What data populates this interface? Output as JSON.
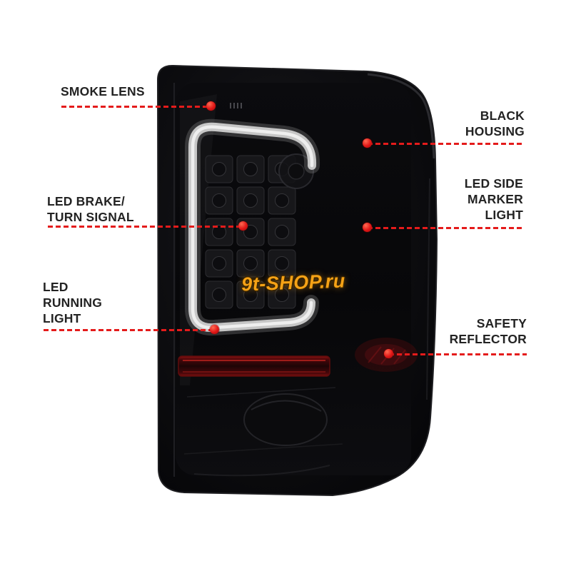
{
  "callouts": {
    "smoke_lens": {
      "label": "SMOKE LENS"
    },
    "black_housing": {
      "label": "BLACK\nHOUSING"
    },
    "led_brake_turn_signal": {
      "label": "LED BRAKE/\nTURN SIGNAL"
    },
    "led_side_marker_light": {
      "label": "LED SIDE\nMARKER\nLIGHT"
    },
    "led_running_light": {
      "label": "LED\nRUNNING\nLIGHT"
    },
    "safety_reflector": {
      "label": "SAFETY\nREFLECTOR"
    }
  },
  "watermark": {
    "text": "9t-SHOP.ru",
    "color": "#f5a216"
  },
  "colors": {
    "background": "#ffffff",
    "callout_line_red": "#e41b1b",
    "callout_dot_red": "#d41414",
    "label_text": "#232323",
    "housing_black": "#0d0d10",
    "led_tube_gray": "#e8e8e8",
    "reflector_red": "#8a1212"
  }
}
